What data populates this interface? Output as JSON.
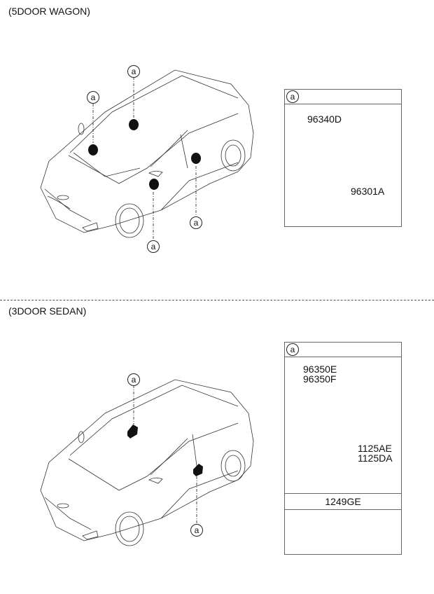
{
  "sections": [
    {
      "title": "(5DOOR WAGON)",
      "callout_marker": "a",
      "car_callouts": [
        "a",
        "a",
        "a",
        "a"
      ],
      "detail_box": {
        "header_marker": "a",
        "parts": [
          "96340D",
          "96301A"
        ]
      }
    },
    {
      "title": "(3DOOR SEDAN)",
      "callout_marker": "a",
      "car_callouts": [
        "a",
        "a"
      ],
      "detail_box": {
        "header_marker": "a",
        "parts": [
          "96350E",
          "96350F",
          "1125AE",
          "1125DA"
        ],
        "sub_header": "1249GE"
      }
    }
  ]
}
